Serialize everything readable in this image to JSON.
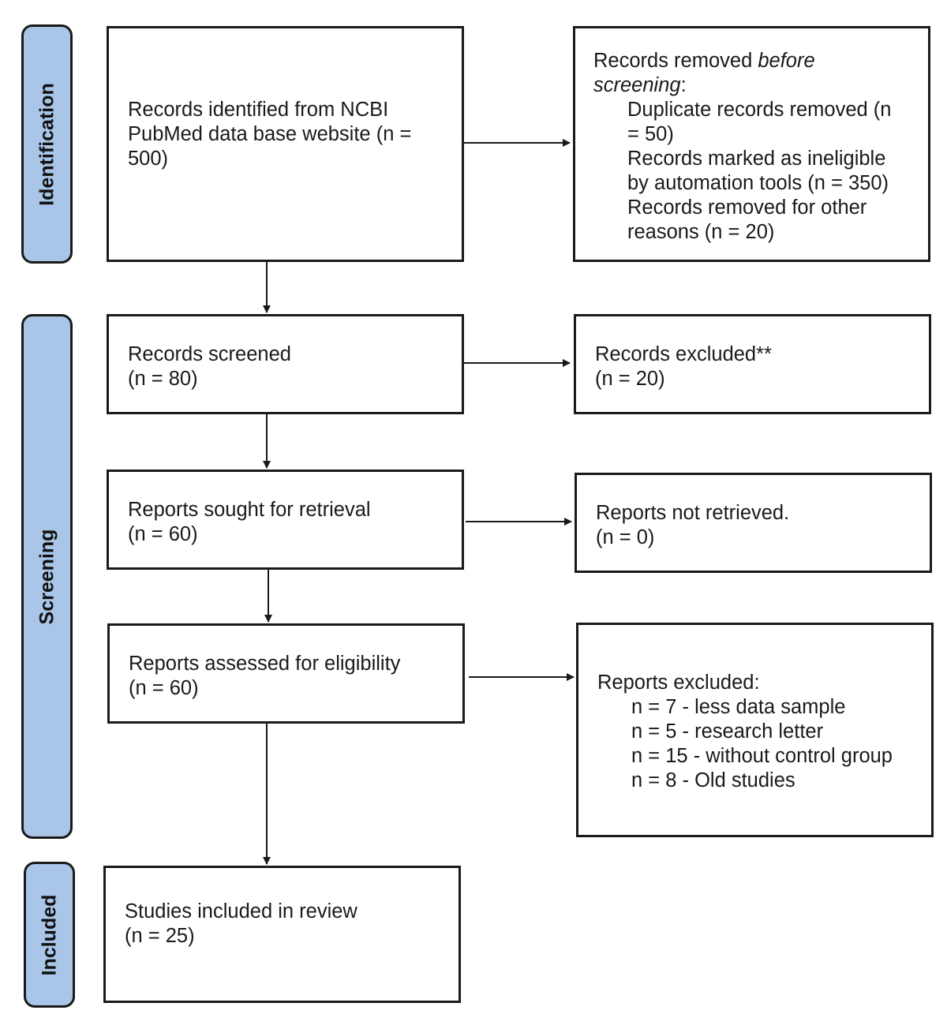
{
  "phases": {
    "identification": "Identification",
    "screening": "Screening",
    "included": "Included"
  },
  "boxes": {
    "records_identified": [
      "Records identified from NCBI",
      "PubMed data base website (n =",
      "500)"
    ],
    "records_removed": {
      "heading_before": "Records removed ",
      "heading_em": "before",
      "heading_em2": "screening",
      "heading_after": ":",
      "items": [
        "Duplicate records removed (n",
        "= 50)",
        "Records marked as ineligible",
        "by automation tools (n = 350)",
        "Records removed for other",
        "reasons (n = 20)"
      ]
    },
    "records_screened": [
      "Records screened",
      "(n = 80)"
    ],
    "records_excluded": [
      "Records excluded**",
      "(n = 20)"
    ],
    "reports_sought": [
      "Reports sought for retrieval",
      "(n = 60)"
    ],
    "reports_not_retrieved": [
      "Reports not retrieved.",
      "(n = 0)"
    ],
    "reports_assessed": [
      "Reports assessed for eligibility",
      "(n = 60)"
    ],
    "reports_excluded": {
      "heading": "Reports excluded:",
      "items": [
        "n = 7 - less data sample",
        "n = 5 - research letter",
        "n = 15 - without control group",
        "n = 8 - Old studies"
      ]
    },
    "studies_included": [
      "Studies included in review",
      "(n = 25)"
    ]
  }
}
